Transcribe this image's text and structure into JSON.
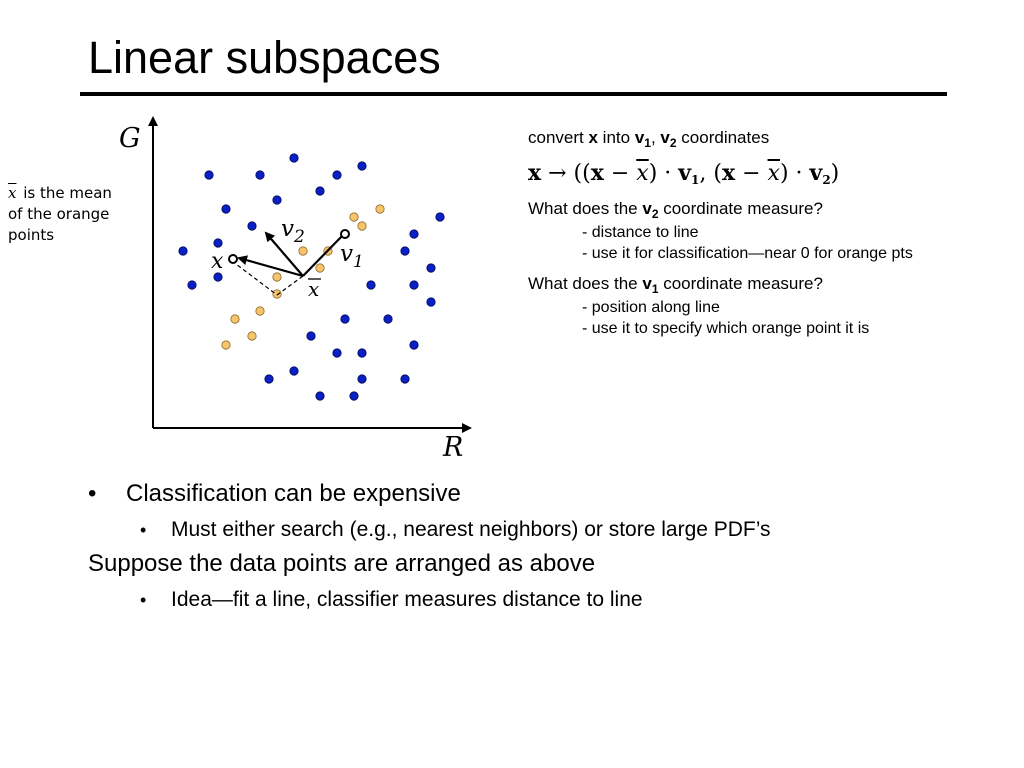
{
  "title": "Linear subspaces",
  "mean_note": {
    "symbol": "x",
    "text_line1": "is the mean",
    "text_line2": "of the orange",
    "text_line3": "points"
  },
  "axes": {
    "y_label": "G",
    "x_label": "R"
  },
  "vector_labels": {
    "v1": "v",
    "v1_sub": "1",
    "v2": "v",
    "v2_sub": "2",
    "x": "x",
    "xbar": "x"
  },
  "colors": {
    "blue_point": "#0a1fc4",
    "orange_point": "#f7c46c",
    "outline": "#000000"
  },
  "right": {
    "convert": {
      "pre": "convert ",
      "x": "x",
      "mid": " into ",
      "v1": "v",
      "v1_sub": "1",
      "comma": ", ",
      "v2": "v",
      "v2_sub": "2",
      "post": " coordinates"
    },
    "formula": {
      "lhs": "x",
      "arrow": " → ((",
      "x1": "x",
      "minus1": " − ",
      "xbar1": "x",
      "dot1": ") · ",
      "v1": "v",
      "v1_sub": "1",
      "sep": ", (",
      "x2": "x",
      "minus2": " − ",
      "xbar2": "x",
      "dot2": ") · ",
      "v2": "v",
      "v2_sub": "2",
      "close": ")"
    },
    "q2": {
      "pre": "What does the ",
      "v": "v",
      "sub": "2",
      "post": " coordinate measure?"
    },
    "q2_answers": [
      "- distance to line",
      "- use it for classification—near 0 for orange pts"
    ],
    "q1": {
      "pre": "What does the ",
      "v": "v",
      "sub": "1",
      "post": " coordinate measure?"
    },
    "q1_answers": [
      "- position along line",
      "- use it to specify which orange point it is"
    ]
  },
  "bullets": {
    "item1": "Classification can be expensive",
    "item1_sub": "Must either search (e.g., nearest neighbors) or store large PDF’s",
    "statement": "Suppose the data points are arranged as above",
    "statement_sub": "Idea—fit a line, classifier measures distance to line",
    "bullet_char": "•"
  }
}
